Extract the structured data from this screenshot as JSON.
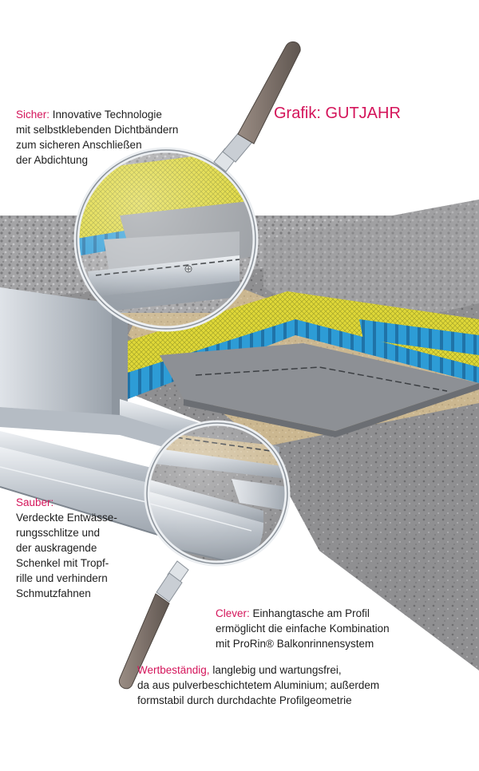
{
  "credit": "Grafik: GUTJAHR",
  "captions": {
    "sicher": {
      "keyword": "Sicher:",
      "lines": [
        "Innovative Technologie",
        "mit selbstklebenden Dichtbändern",
        "zum sicheren Anschließen",
        "der Abdichtung"
      ]
    },
    "sauber": {
      "keyword": "Sauber:",
      "lines": [
        "Verdeckte Entwässe-",
        "rungsschlitze und",
        "der auskragende",
        "Schenkel mit Tropf-",
        "rille und verhindern",
        "Schmutzfahnen"
      ]
    },
    "clever": {
      "keyword": "Clever:",
      "lines": [
        "Einhangtasche am Profil",
        "ermöglicht die einfache Kombination",
        "mit ProRin® Balkonrinnensystem"
      ]
    },
    "wert": {
      "keyword": "Wertbeständig,",
      "lines": [
        "langlebig und wartungsfrei,",
        "da aus pulverbeschichtetem Aluminium; außerdem",
        "formstabil durch durchdachte Profilgeometrie"
      ]
    }
  },
  "colors": {
    "accent": "#d4145a",
    "concrete": "#8d8d8f",
    "screed": "#c9b58e",
    "drainage_mat": "#2e9fd9",
    "fleece": "#e3d93a",
    "membrane": "#8c8f93",
    "aluminium": "#c9ced4",
    "handle": "#8a7d74"
  }
}
